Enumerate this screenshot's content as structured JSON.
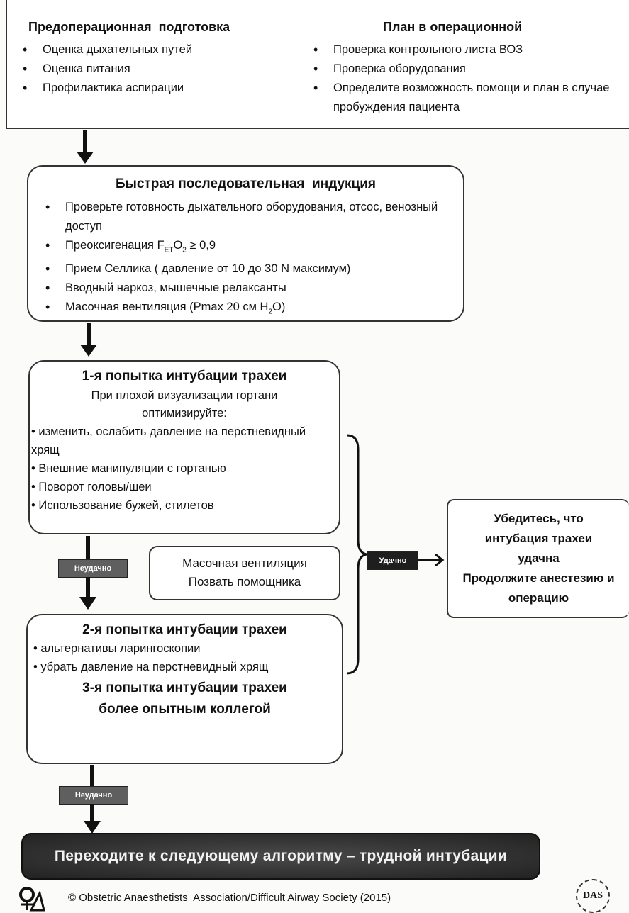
{
  "top_box": {
    "left_title": "Предоперационная  подготовка",
    "left_items": [
      "Оценка дыхательных путей",
      "Оценка питания",
      "Профилактика аспирации"
    ],
    "right_title": "План в операционной",
    "right_items": [
      "Проверка контрольного листа ВОЗ",
      "Проверка оборудования",
      "Определите возможность помощи и план в случае пробуждения пациента"
    ]
  },
  "rsi_box": {
    "title": "Быстрая последовательная  индукция",
    "item1": "Проверьте готовность дыхательного оборудования, отсос, венозный доступ",
    "item2_prefix": "Преоксигенация F",
    "item2_sub1": "ET",
    "item2_mid": "O",
    "item2_sub2": "2",
    "item2_suffix": " ≥ 0,9",
    "item3": "Прием Селлика ( давление от 10 до 30 N максимум)",
    "item4": "Вводный наркоз, мышечные релаксанты",
    "item5_prefix": "Масочная вентиляция (Pmax 20 см H",
    "item5_sub": "2",
    "item5_suffix": "O)"
  },
  "attempt1_box": {
    "title": "1-я попытка интубации трахеи",
    "subtitle": "При плохой визуализации гортани оптимизируйте:",
    "items": [
      "изменить, ослабить давление на перстневидный хрящ",
      "Внешние манипуляции с гортанью",
      "Поворот головы/шеи",
      "Использование бужей, стилетов"
    ]
  },
  "mask_box": {
    "line1": "Масочная вентиляция",
    "line2": "Позвать помощника"
  },
  "attempt2_box": {
    "title": "2-я попытка интубации трахеи",
    "items": [
      "альтернативы ларингоскопии",
      "убрать давление на перстневидный хрящ"
    ],
    "title3": "3-я попытка интубации трахеи более опытным коллегой"
  },
  "tags": {
    "fail1": "Неудачно",
    "success": "Удачно",
    "fail2": "Неудачно"
  },
  "success_box": {
    "text1": "Убедитесь, что интубация трахеи удачна",
    "text2": "Продолжите анестезию и операцию"
  },
  "next_step": "Переходите к следующему алгоритму – трудной интубации",
  "footer": {
    "copyright": "© Obstetric Anaesthetists  Association/Difficult Airway Society (2015)",
    "logo_text": "DAS"
  },
  "colors": {
    "tag_gray": "#5f5f5f",
    "tag_dark": "#1e1e1e",
    "banner": "#3a3a3a"
  }
}
